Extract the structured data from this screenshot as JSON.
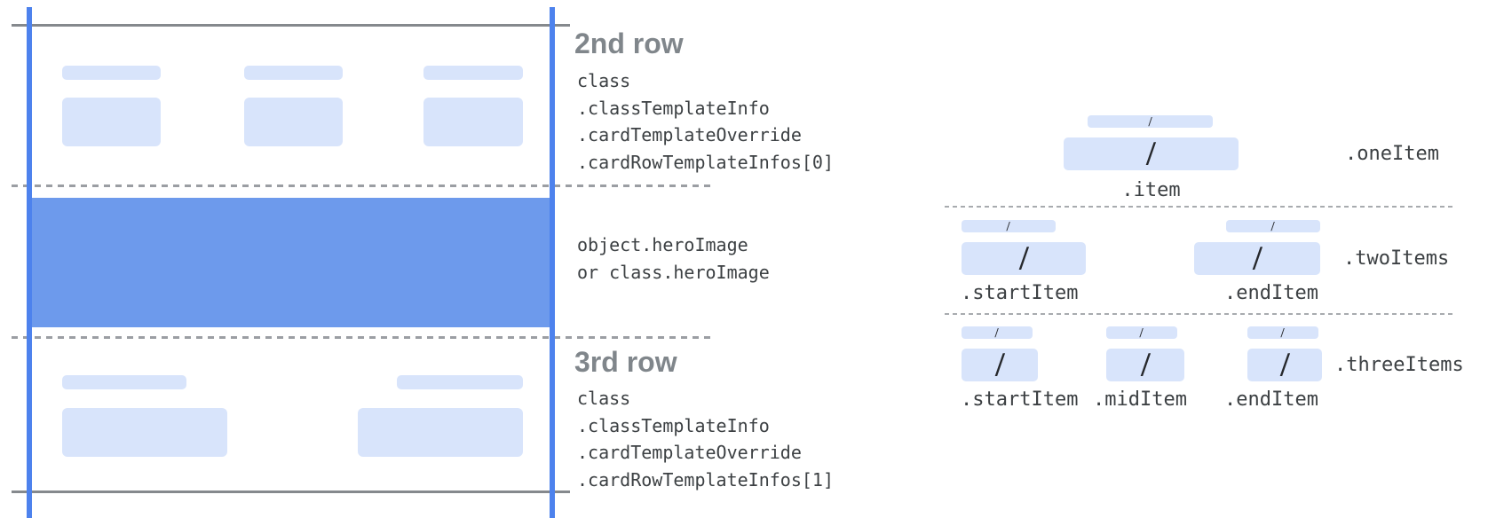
{
  "annotations": {
    "second_row": {
      "heading": "2nd row",
      "path_lines": [
        "class",
        ".classTemplateInfo",
        ".cardTemplateOverride",
        ".cardRowTemplateInfos[0]"
      ]
    },
    "hero_image": {
      "path_lines": [
        "object.heroImage",
        "or class.heroImage"
      ]
    },
    "third_row": {
      "heading": "3rd row",
      "path_lines": [
        "class",
        ".classTemplateInfo",
        ".cardTemplateOverride",
        ".cardRowTemplateInfos[1]"
      ]
    }
  },
  "item_layouts": {
    "slash_placeholder": "/",
    "rows": [
      {
        "layout_label": ".oneItem",
        "item_labels": [
          ".item"
        ]
      },
      {
        "layout_label": ".twoItems",
        "item_labels": [
          ".startItem",
          ".endItem"
        ]
      },
      {
        "layout_label": ".threeItems",
        "item_labels": [
          ".startItem",
          ".midItem",
          ".endItem"
        ]
      }
    ]
  },
  "colors": {
    "edge_line_blue": "#4d82ed",
    "hero_image_blue": "#6d9aec",
    "placeholder_fill_blue": "#d8e4fb",
    "boundary_line_gray": "#85898d",
    "divider_dash_gray": "#9b9ea3",
    "heading_gray": "#80868b",
    "code_text_gray": "#3c4043"
  }
}
